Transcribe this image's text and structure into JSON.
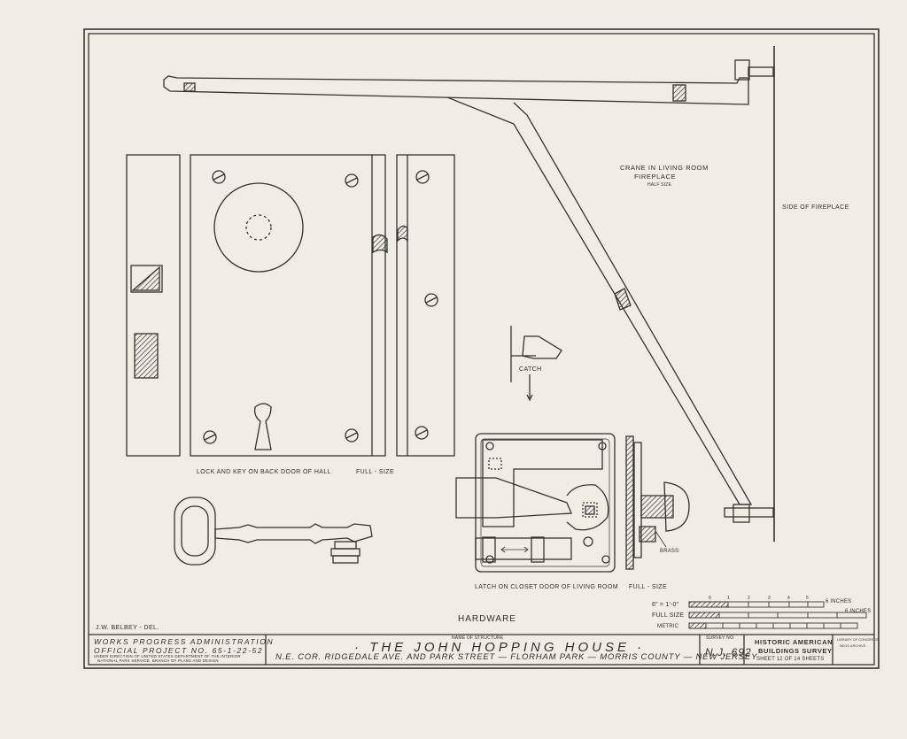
{
  "drawing": {
    "crane_label": "CRANE IN LIVING ROOM",
    "crane_label_2": "FIREPLACE",
    "crane_scale": "HALF SIZE",
    "fireplace_side": "SIDE OF FIREPLACE",
    "lock_label": "LOCK AND KEY ON BACK DOOR OF HALL",
    "lock_scale": "FULL - SIZE",
    "catch_label": "CATCH",
    "latch_label": "LATCH ON CLOSET DOOR OF LIVING ROOM",
    "latch_scale": "FULL - SIZE",
    "brass_label": "BRASS",
    "sheet_heading": "HARDWARE",
    "delineator": "J.W. BELBEY - DEL."
  },
  "scale_bar": {
    "row1_label": "6\" = 1'-0\"",
    "row1_unit": "6 INCHES",
    "row2_label": "FULL SIZE",
    "row2_unit": "6 INCHES",
    "row3_label": "METRIC",
    "ticks": [
      "0",
      "1",
      "2",
      "3",
      "4",
      "5"
    ]
  },
  "title_block": {
    "agency_line1": "WORKS PROGRESS ADMINISTRATION",
    "agency_line2": "OFFICIAL PROJECT No. 65-1-22-52",
    "agency_line3": "UNDER DIRECTION OF UNITED STATES DEPARTMENT OF THE INTERIOR",
    "agency_line4": "NATIONAL PARK SERVICE, BRANCH OF PLANS AND DESIGN",
    "name_caption": "NAME OF STRUCTURE",
    "structure_name": "· THE JOHN HOPPING HOUSE ·",
    "location": "N.E. COR. RIDGEDALE AVE. AND PARK STREET — FLORHAM PARK — MORRIS COUNTY — NEW JERSEY",
    "survey_caption": "SURVEY NO.",
    "survey_no": "N.J. 692",
    "haer_line1": "HISTORIC AMERICAN",
    "haer_line2": "BUILDINGS SURVEY",
    "sheet_of": "SHEET 12 OF 14 SHEETS",
    "library_line1": "LIBRARY OF CONGRESS",
    "library_line2": "NEGS ARCHIVE"
  }
}
